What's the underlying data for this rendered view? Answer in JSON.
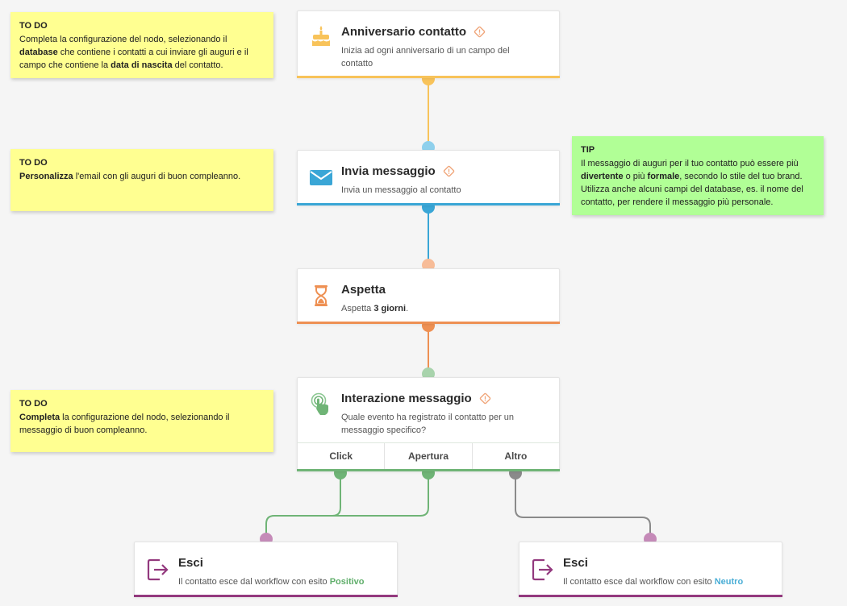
{
  "colors": {
    "trigger": "#f8c35a",
    "message": "#3aa6d6",
    "wait": "#ee9053",
    "interaction": "#6fb476",
    "exit": "#93397e",
    "exit_dot": "#c58ab8",
    "warning": "#f0a77c",
    "note_yellow": "#ffff91",
    "note_green": "#b1ff96"
  },
  "notes": {
    "todo1": {
      "title": "TO DO",
      "t1": "Completa la configurazione del nodo, selezionando il ",
      "b1": "database",
      "t2": " che contiene i contatti a cui inviare gli auguri e il campo che contiene la ",
      "b2": "data di nascita",
      "t3": " del contatto."
    },
    "todo2": {
      "title": "TO DO",
      "b1": "Personalizza",
      "t1": " l'email con gli auguri di buon compleanno."
    },
    "tip": {
      "title": "TIP",
      "t1": "Il messaggio di auguri per il tuo contatto può essere più ",
      "b1": "divertente",
      "t2": " o più ",
      "b2": "formale",
      "t3": ", secondo lo stile del tuo brand. Utilizza anche alcuni campi del database, es. il nome del contatto, per rendere il messaggio più personale."
    },
    "todo3": {
      "title": "TO DO",
      "b1": "Completa",
      "t1": " la configurazione del nodo, selezionando il messaggio di buon compleanno."
    }
  },
  "nodes": {
    "anniversary": {
      "icon": "birthday-cake-icon",
      "title": "Anniversario contatto",
      "desc": "Inizia ad ogni anniversario di un campo del contatto"
    },
    "send": {
      "icon": "envelope-icon",
      "title": "Invia messaggio",
      "desc": "Invia un messaggio al contatto"
    },
    "wait": {
      "icon": "hourglass-icon",
      "title": "Aspetta",
      "desc_pre": "Aspetta ",
      "desc_bold": "3 giorni",
      "desc_post": "."
    },
    "interaction": {
      "icon": "touch-tap-icon",
      "title": "Interazione messaggio",
      "desc": "Quale evento ha registrato il contatto per un messaggio specifico?",
      "branches": [
        "Click",
        "Apertura",
        "Altro"
      ]
    },
    "exit_positive": {
      "icon": "exit-icon",
      "title": "Esci",
      "desc_pre": "Il contatto esce dal workflow con esito ",
      "outcome": "Positivo"
    },
    "exit_neutral": {
      "icon": "exit-icon",
      "title": "Esci",
      "desc_pre": "Il contatto esce dal workflow con esito ",
      "outcome": "Neutro"
    }
  }
}
